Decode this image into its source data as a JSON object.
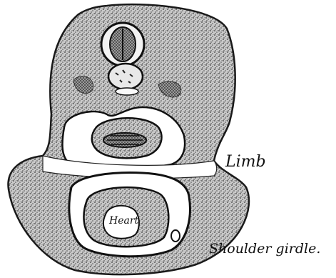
{
  "figure": {
    "labels": {
      "limb": "Limb",
      "shoulder_girdle": "Shoulder girdle.",
      "heart": "Heart"
    }
  }
}
